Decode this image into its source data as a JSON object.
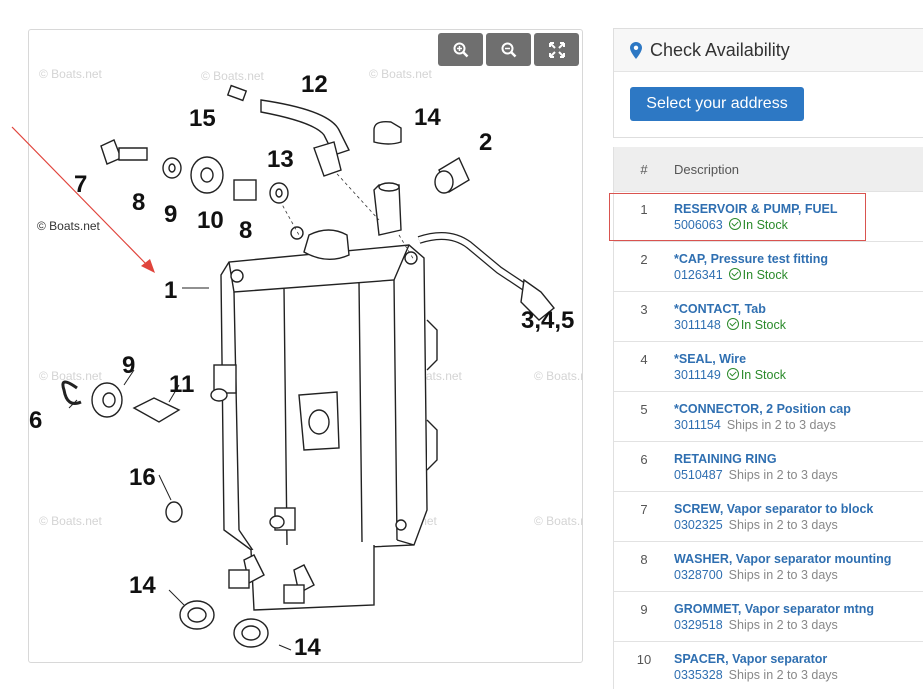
{
  "diagram": {
    "watermark": "© Boats.net",
    "callouts": [
      {
        "id": "1",
        "label": "1"
      },
      {
        "id": "2",
        "label": "2"
      },
      {
        "id": "345",
        "label": "3,4,5"
      },
      {
        "id": "6",
        "label": "6"
      },
      {
        "id": "7",
        "label": "7"
      },
      {
        "id": "8a",
        "label": "8"
      },
      {
        "id": "8b",
        "label": "8"
      },
      {
        "id": "9a",
        "label": "9"
      },
      {
        "id": "9b",
        "label": "9"
      },
      {
        "id": "10",
        "label": "10"
      },
      {
        "id": "11",
        "label": "11"
      },
      {
        "id": "12",
        "label": "12"
      },
      {
        "id": "13",
        "label": "13"
      },
      {
        "id": "14a",
        "label": "14"
      },
      {
        "id": "14b",
        "label": "14"
      },
      {
        "id": "14c",
        "label": "14"
      },
      {
        "id": "15",
        "label": "15"
      },
      {
        "id": "16",
        "label": "16"
      }
    ]
  },
  "availability": {
    "title": "Check Availability",
    "button": "Select your address",
    "accent": "#2d78c4"
  },
  "parts_table": {
    "headers": {
      "num": "#",
      "desc": "Description"
    },
    "rows": [
      {
        "num": "1",
        "name": "RESERVOIR & PUMP, FUEL",
        "part": "5006063",
        "status": "In Stock",
        "in_stock": true
      },
      {
        "num": "2",
        "name": "*CAP, Pressure test fitting",
        "part": "0126341",
        "status": "In Stock",
        "in_stock": true
      },
      {
        "num": "3",
        "name": "*CONTACT, Tab",
        "part": "3011148",
        "status": "In Stock",
        "in_stock": true
      },
      {
        "num": "4",
        "name": "*SEAL, Wire",
        "part": "3011149",
        "status": "In Stock",
        "in_stock": true
      },
      {
        "num": "5",
        "name": "*CONNECTOR, 2 Position cap",
        "part": "3011154",
        "status": "Ships in 2 to 3 days",
        "in_stock": false
      },
      {
        "num": "6",
        "name": "RETAINING RING",
        "part": "0510487",
        "status": "Ships in 2 to 3 days",
        "in_stock": false
      },
      {
        "num": "7",
        "name": "SCREW, Vapor separator to block",
        "part": "0302325",
        "status": "Ships in 2 to 3 days",
        "in_stock": false
      },
      {
        "num": "8",
        "name": "WASHER, Vapor separator mounting",
        "part": "0328700",
        "status": "Ships in 2 to 3 days",
        "in_stock": false
      },
      {
        "num": "9",
        "name": "GROMMET, Vapor separator mtng",
        "part": "0329518",
        "status": "Ships in 2 to 3 days",
        "in_stock": false
      },
      {
        "num": "10",
        "name": "SPACER, Vapor separator",
        "part": "0335328",
        "status": "Ships in 2 to 3 days",
        "in_stock": false
      }
    ]
  }
}
